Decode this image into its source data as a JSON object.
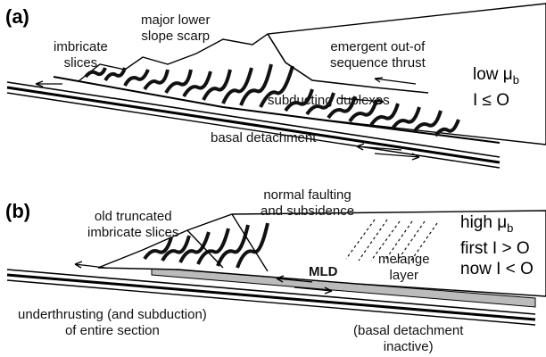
{
  "panel_a": {
    "tag": "(a)",
    "labels": {
      "imbricate": [
        "imbricate",
        "slices"
      ],
      "scarp": [
        "major lower",
        "slope scarp"
      ],
      "emergent": [
        "emergent out-of",
        "sequence thrust"
      ],
      "duplexes": "subducting duplexes",
      "basal": "basal detachment"
    },
    "condition": {
      "mu": "low μ",
      "mu_sub": "b",
      "rel": "I ≤ O"
    }
  },
  "panel_b": {
    "tag": "(b)",
    "labels": {
      "old": [
        "old truncated",
        "imbricate slices"
      ],
      "normal": [
        "normal faulting",
        "and subsidence"
      ],
      "mld": "MLD",
      "melange": [
        "melange",
        "layer"
      ],
      "under": [
        "underthrusting (and subduction)",
        "of entire section"
      ],
      "inactive": [
        "(basal detachment",
        "inactive)"
      ]
    },
    "condition": {
      "mu": "high μ",
      "mu_sub": "b",
      "rel1": "first I > O",
      "rel2": "now I < O"
    }
  }
}
